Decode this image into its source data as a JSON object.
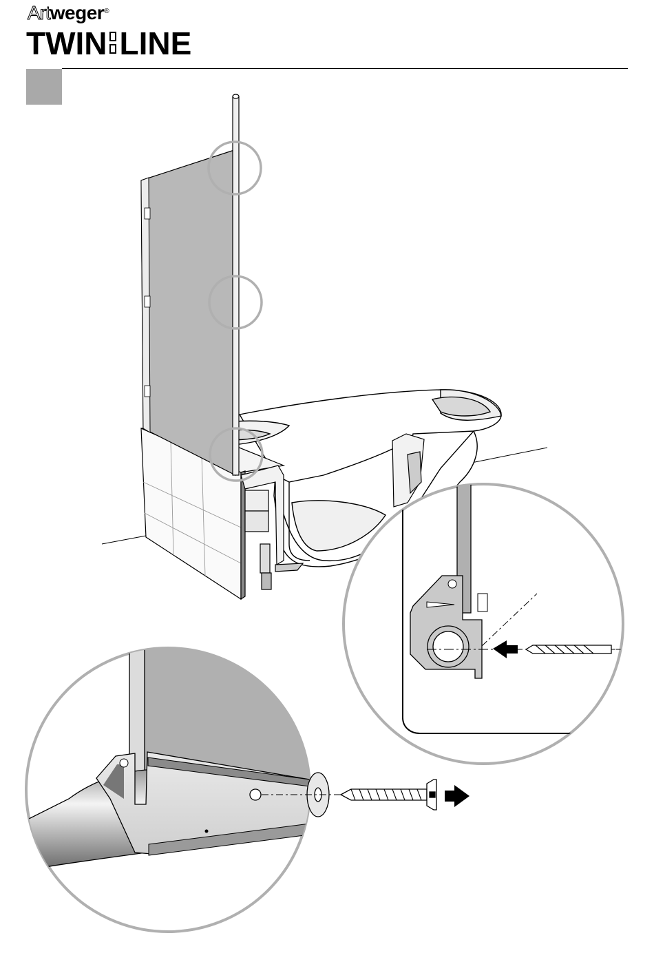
{
  "brand": {
    "name_part1": "Art",
    "name_part2": "weger",
    "registered": "®",
    "product_part1": "TWIN",
    "product_part2": "LINE"
  },
  "step": {
    "number": ""
  },
  "illustration": {
    "panel_color": "#b5b5b5",
    "highlight_circle_color": "#b0b0b0",
    "callout_fill": "#ffffff",
    "icons": [
      "drill-bit-icon",
      "screw-icon",
      "direction-arrow-icon"
    ]
  }
}
